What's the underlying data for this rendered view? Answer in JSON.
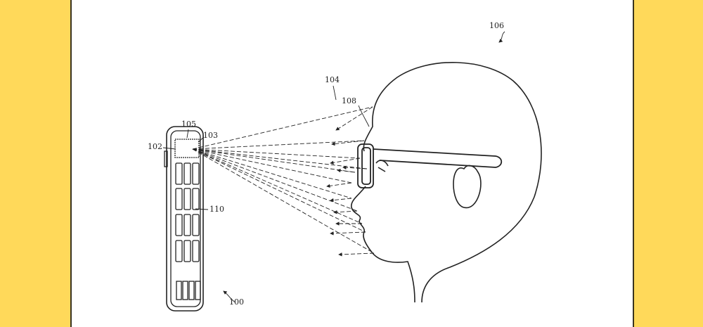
{
  "figure": {
    "labels": {
      "system": "100",
      "device": "102",
      "sensor": "103",
      "projector": "105",
      "light_pattern": "104",
      "user": "106",
      "glasses": "108",
      "display": "110"
    }
  },
  "colors": {
    "background": "#FFD95A",
    "paper": "#FFFFFF",
    "ink": "#222222"
  }
}
